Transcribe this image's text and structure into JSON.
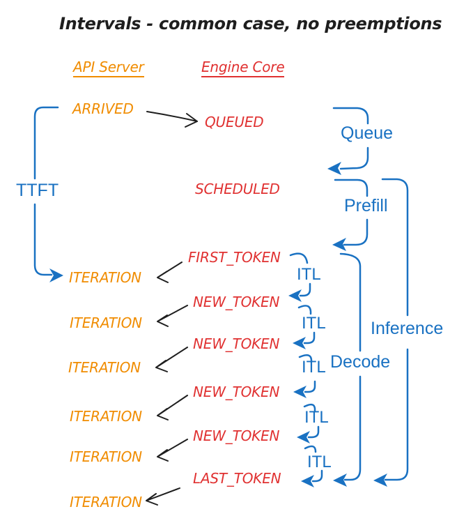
{
  "title": "Intervals - common case, no preemptions",
  "columns": {
    "api": "API Server",
    "engine": "Engine Core"
  },
  "api_events": {
    "arrived": "ARRIVED",
    "iterations": [
      "ITERATION",
      "ITERATION",
      "ITERATION",
      "ITERATION",
      "ITERATION",
      "ITERATION"
    ]
  },
  "engine_events": {
    "queued": "QUEUED",
    "scheduled": "SCHEDULED",
    "first_token": "FIRST_TOKEN",
    "new_tokens": [
      "NEW_TOKEN",
      "NEW_TOKEN",
      "NEW_TOKEN",
      "NEW_TOKEN"
    ],
    "last_token": "LAST_TOKEN"
  },
  "intervals": {
    "ttft": "TTFT",
    "queue": "Queue",
    "prefill": "Prefill",
    "itl": [
      "ITL",
      "ITL",
      "ITL",
      "ITL",
      "ITL"
    ],
    "decode": "Decode",
    "inference": "Inference"
  },
  "colors": {
    "blue": "#1971c2",
    "red": "#e03131",
    "orange": "#f08c00",
    "ink": "#1e1e1e",
    "background": "#ffffff"
  }
}
